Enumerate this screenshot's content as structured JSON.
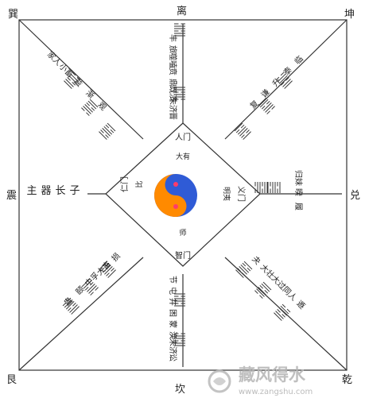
{
  "corners": {
    "top_left": "巽",
    "top_right": "坤",
    "bottom_left": "艮",
    "bottom_right": "乾"
  },
  "sides": {
    "top": "离",
    "bottom": "坎",
    "left": "震",
    "right": "兑"
  },
  "center_diamond": {
    "top": "人门",
    "left": "仁门",
    "right": "义门",
    "bottom": "智门",
    "top_inner": "大有",
    "left_inner": "比",
    "right_inner": "明夷",
    "bottom_inner": "师"
  },
  "spokes": {
    "top": [
      "丰",
      "旅",
      "噬嗑",
      "贲",
      "鼎",
      "既济",
      "未济",
      "晋"
    ],
    "bottom": [
      "节",
      "屯",
      "井",
      "困",
      "蒙",
      "涣",
      "未济",
      "讼"
    ],
    "left": [
      "主",
      "器",
      "长",
      "子"
    ],
    "right": [
      "归妹",
      "睽",
      "履"
    ],
    "upper_left": [
      "家人",
      "小畜",
      "益",
      "渐",
      "观"
    ],
    "upper_right": [
      "临",
      "泰",
      "升",
      "谦",
      "复"
    ],
    "lower_left": [
      "损",
      "大畜",
      "中孚",
      "颐",
      "蛊"
    ],
    "lower_right": [
      "夬",
      "大壮",
      "大过",
      "同人",
      "遯"
    ]
  },
  "taiji": {
    "yang_color": "#ff8a00",
    "yin_color": "#2f5bd6",
    "dot_color": "#ff3b6b"
  },
  "watermark": {
    "brand": "藏风得水",
    "url": "www.zangshu.com"
  },
  "colors": {
    "line": "#333333",
    "text": "#222222",
    "watermark": "#b9b9b9"
  }
}
